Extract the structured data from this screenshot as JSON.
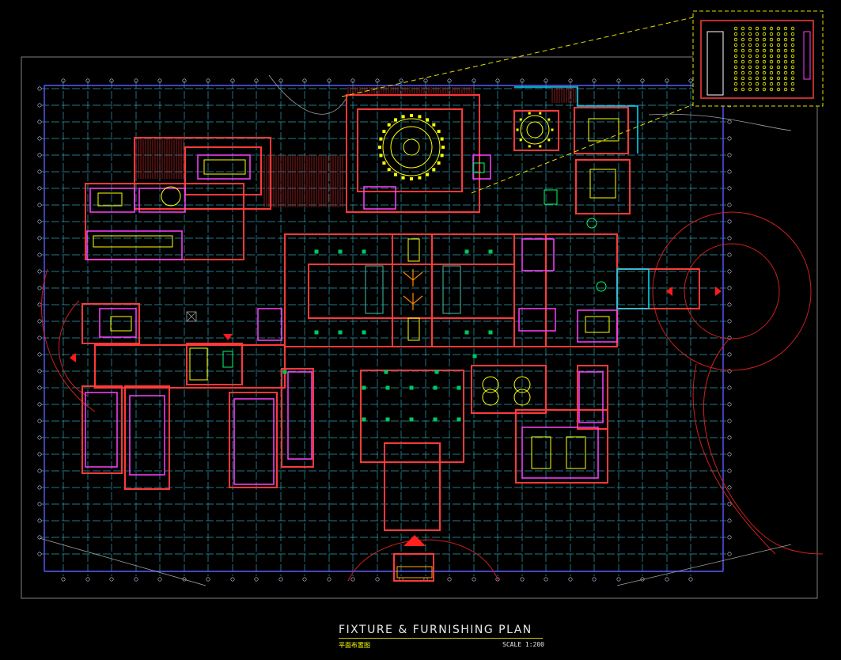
{
  "drawing": {
    "title": "FIXTURE & FURNISHING PLAN",
    "subtitle_cn": "平面布置图",
    "scale": "SCALE 1:200"
  },
  "colors": {
    "background": "#000000",
    "grid": "#2f9fb0",
    "grid_axis": "#5a5aff",
    "walls": "#ff3a3a",
    "inner_walls": "#ff40ff",
    "furniture": "#ffff00",
    "fixtures": "#00ff66",
    "callout": "#e0e000",
    "frame": "#808080"
  },
  "icons": {
    "entrance": "red-arrow-marker",
    "detail_callout": "dashed-leader-line"
  }
}
